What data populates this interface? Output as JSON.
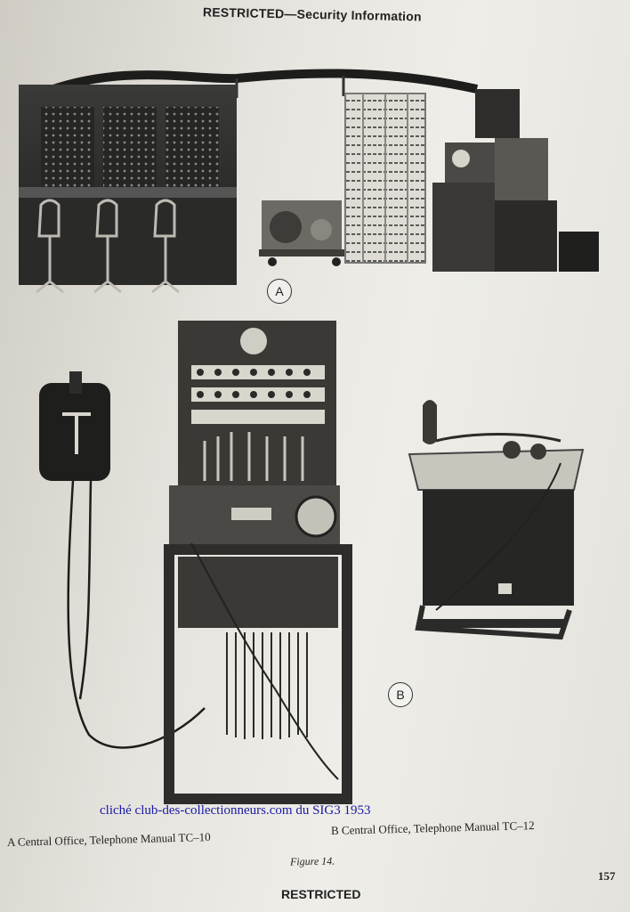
{
  "document": {
    "header": "RESTRICTED—Security Information",
    "footer": "RESTRICTED",
    "page_number": "157",
    "credit": "cliché club-des-collectionneurs.com du SIG3 1953",
    "captions": {
      "a": "A  Central Office, Telephone Manual TC–10",
      "b": "B  Central Office, Telephone Manual TC–12"
    },
    "figure_label": "Figure 14.",
    "labels": {
      "a": "A",
      "b": "B"
    }
  }
}
